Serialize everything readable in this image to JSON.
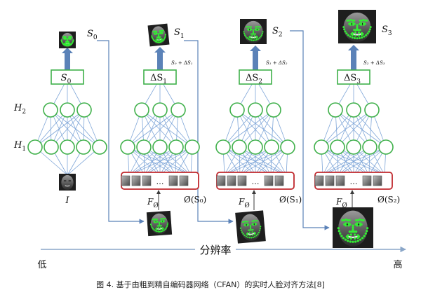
{
  "caption": "图 4. 基于由粗到精自编码器网络（CFAN）的实时人脸对齐方法[8]",
  "axis": {
    "title": "分辨率",
    "low": "低",
    "high": "高"
  },
  "stage0": {
    "output": "S",
    "output_sub": "0",
    "box": "S",
    "box_sub": "0",
    "hidden_labels": [
      {
        "main": "H",
        "sub": "2"
      },
      {
        "main": "H",
        "sub": "1"
      }
    ],
    "input": "I"
  },
  "stages": [
    {
      "output": "S",
      "output_sub": "1",
      "sum": "S₀ + ΔS₁",
      "box": "ΔS",
      "box_sub": "1",
      "feature": "F",
      "feature_sub": "Ø",
      "phi": "Ø(S₀)"
    },
    {
      "output": "S",
      "output_sub": "2",
      "sum": "S₁ + ΔS₂",
      "box": "ΔS",
      "box_sub": "2",
      "feature": "F",
      "feature_sub": "Ø",
      "phi": "Ø(S₁)"
    },
    {
      "output": "S",
      "output_sub": "3",
      "sum": "S₂ + ΔS₃",
      "box": "ΔS",
      "box_sub": "3",
      "feature": "F",
      "feature_sub": "Ø",
      "phi": "Ø(S₂)"
    }
  ],
  "ellipsis": "…",
  "colors": {
    "node": "#3fb04a",
    "edge": "#7fa6d8",
    "arrow": "#5b82b8",
    "patch_border": "#c0282d",
    "landmark": "#33ee33",
    "face": "#333333"
  }
}
